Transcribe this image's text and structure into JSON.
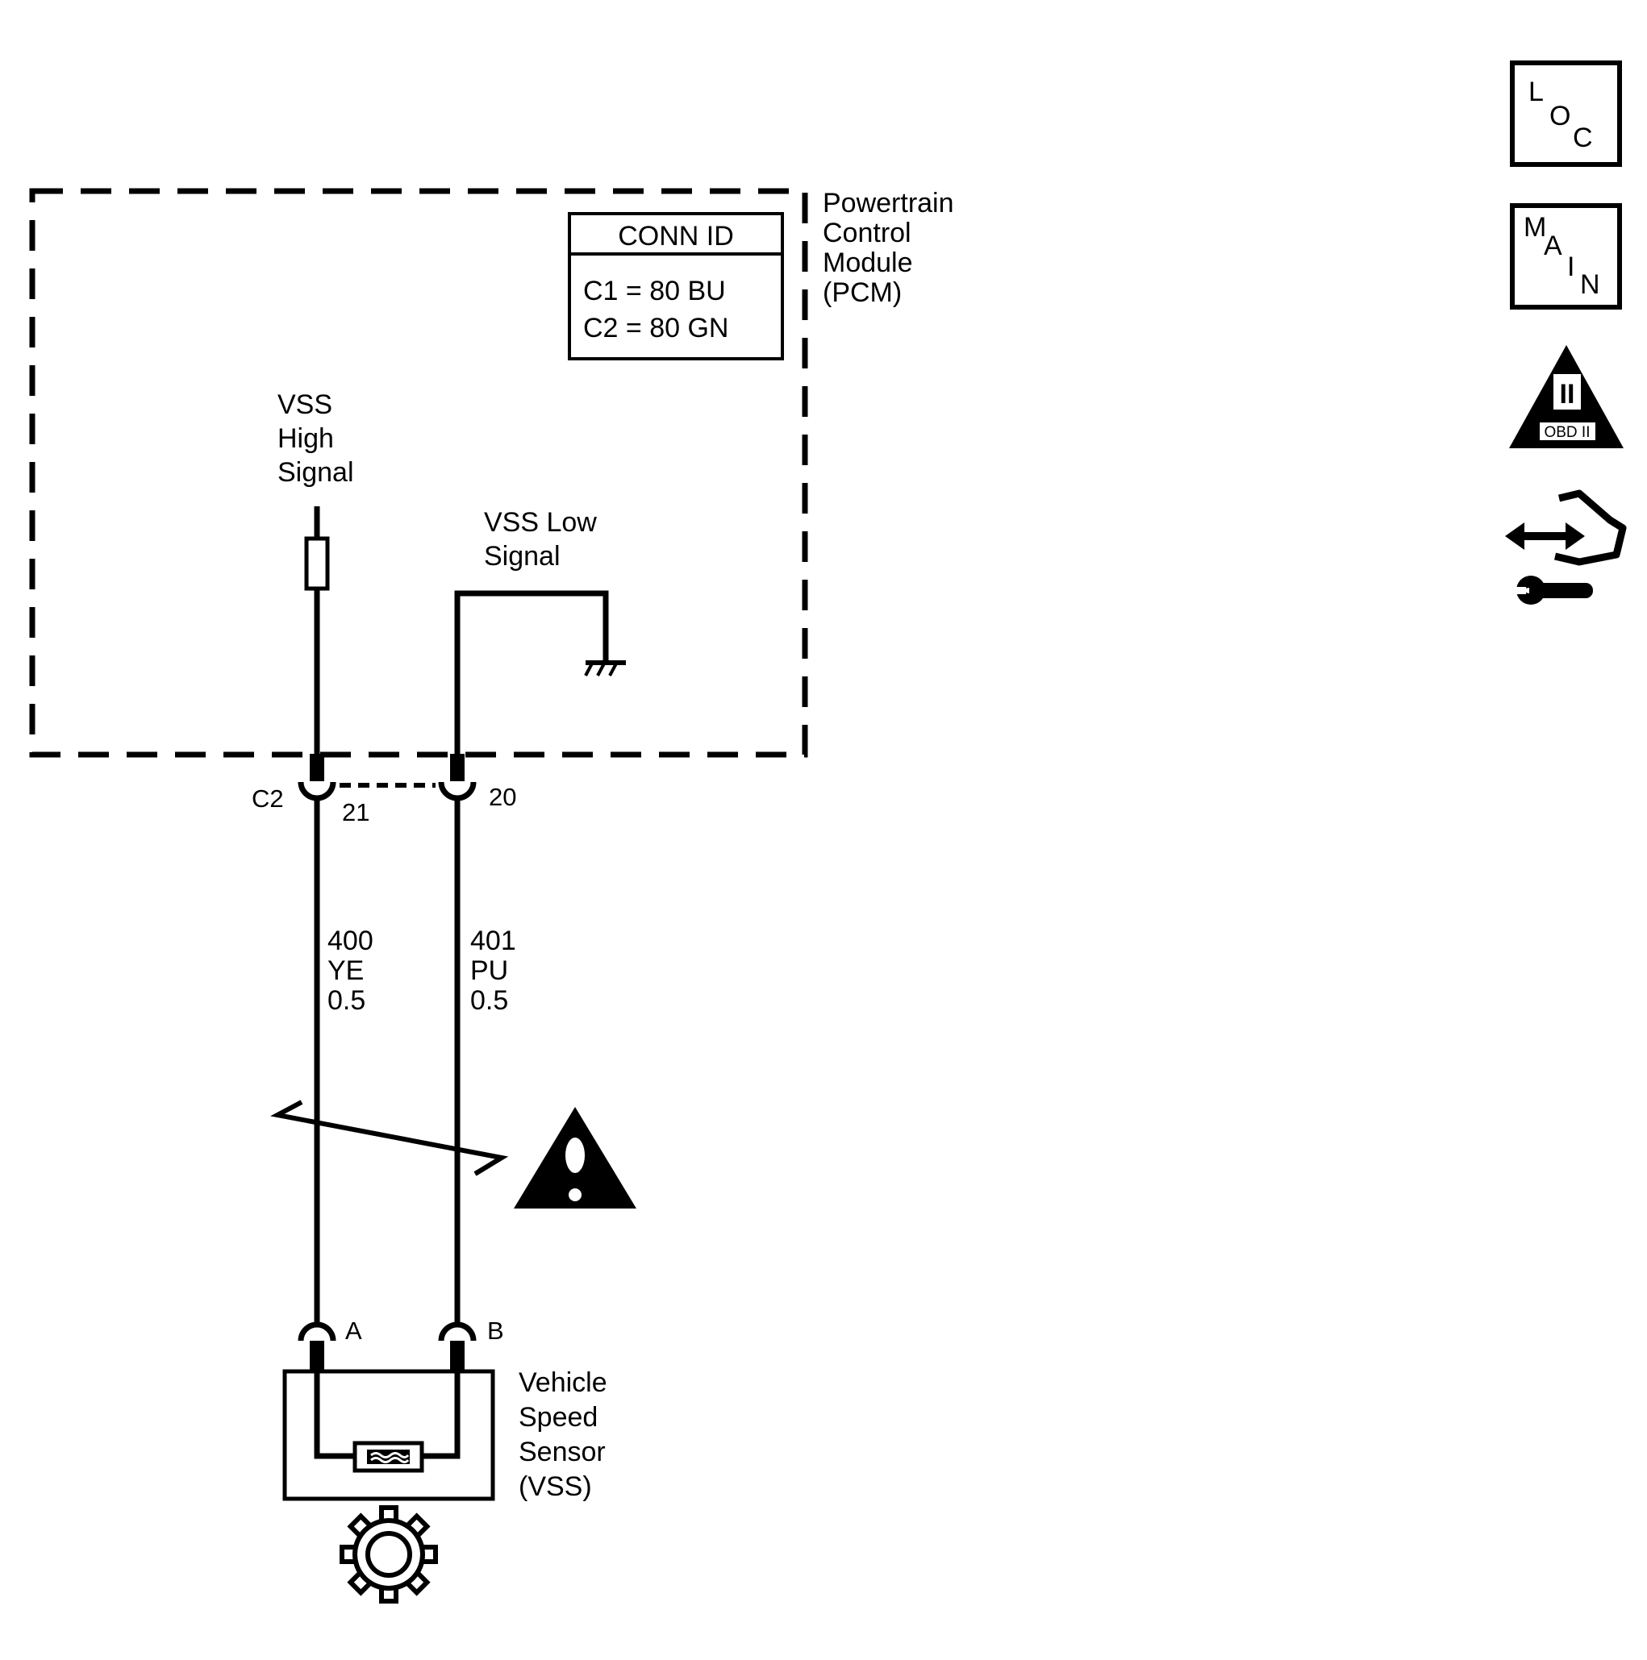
{
  "module": {
    "name_lines": [
      "Powertrain",
      "Control",
      "Module",
      "(PCM)"
    ]
  },
  "conn_id": {
    "title": "CONN ID",
    "rows": [
      "C1 = 80 BU",
      "C2 = 80 GN"
    ]
  },
  "signals": {
    "high_lines": [
      "VSS",
      "High",
      "Signal"
    ],
    "low_lines": [
      "VSS Low",
      "Signal"
    ]
  },
  "connector": {
    "name": "C2",
    "pin_high": "21",
    "pin_low": "20"
  },
  "wires": [
    {
      "circuit": "400",
      "color": "YE",
      "gauge": "0.5"
    },
    {
      "circuit": "401",
      "color": "PU",
      "gauge": "0.5"
    }
  ],
  "sensor": {
    "pin_a": "A",
    "pin_b": "B",
    "name_lines": [
      "Vehicle",
      "Speed",
      "Sensor",
      "(VSS)"
    ]
  },
  "side_icons": {
    "loc": [
      "L",
      "O",
      "C"
    ],
    "main": [
      "M",
      "A",
      "I",
      "N"
    ],
    "obd": {
      "numeral": "II",
      "label": "OBD II"
    }
  },
  "icons": [
    "loc-icon",
    "main-icon",
    "obd-ii-icon",
    "diagnostic-tool-icon",
    "caution-icon",
    "ground-icon",
    "gear-icon"
  ]
}
